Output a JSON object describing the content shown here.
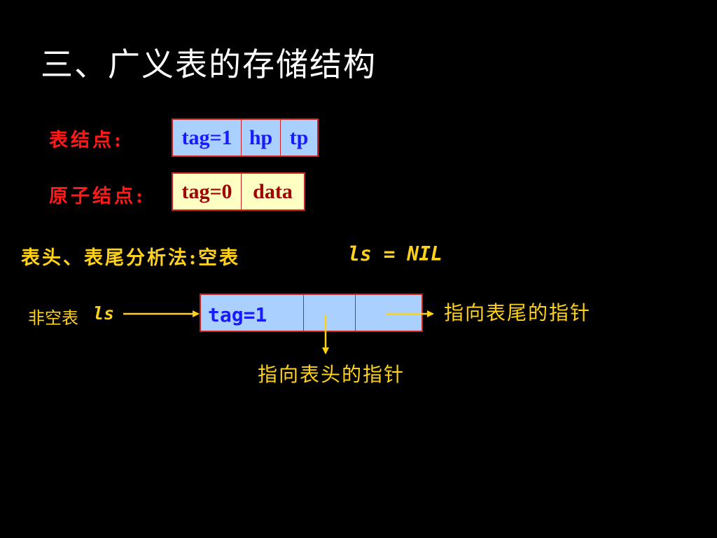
{
  "slide": {
    "title": "三、广义表的存储结构"
  },
  "list_node_def": {
    "label": "表结点:",
    "cells": [
      "tag=1",
      "hp",
      "tp"
    ]
  },
  "atom_node_def": {
    "label": "原子结点:",
    "cells": [
      "tag=0",
      "data"
    ]
  },
  "empty_case": {
    "label": "表头、表尾分析法:空表",
    "expr": "ls = NIL"
  },
  "nonempty_case": {
    "label": "非空表",
    "var": "ls",
    "node_tag": "tag=1",
    "tail_pointer_label": "指向表尾的指针",
    "head_pointer_label": "指向表头的指针"
  },
  "colors": {
    "background": "#000000",
    "red_label": "#ff1a1a",
    "yellow_text": "#ffd21a",
    "node_blue": "#aad0ff",
    "node_yellow": "#ffffc4",
    "border": "#cc2222"
  }
}
